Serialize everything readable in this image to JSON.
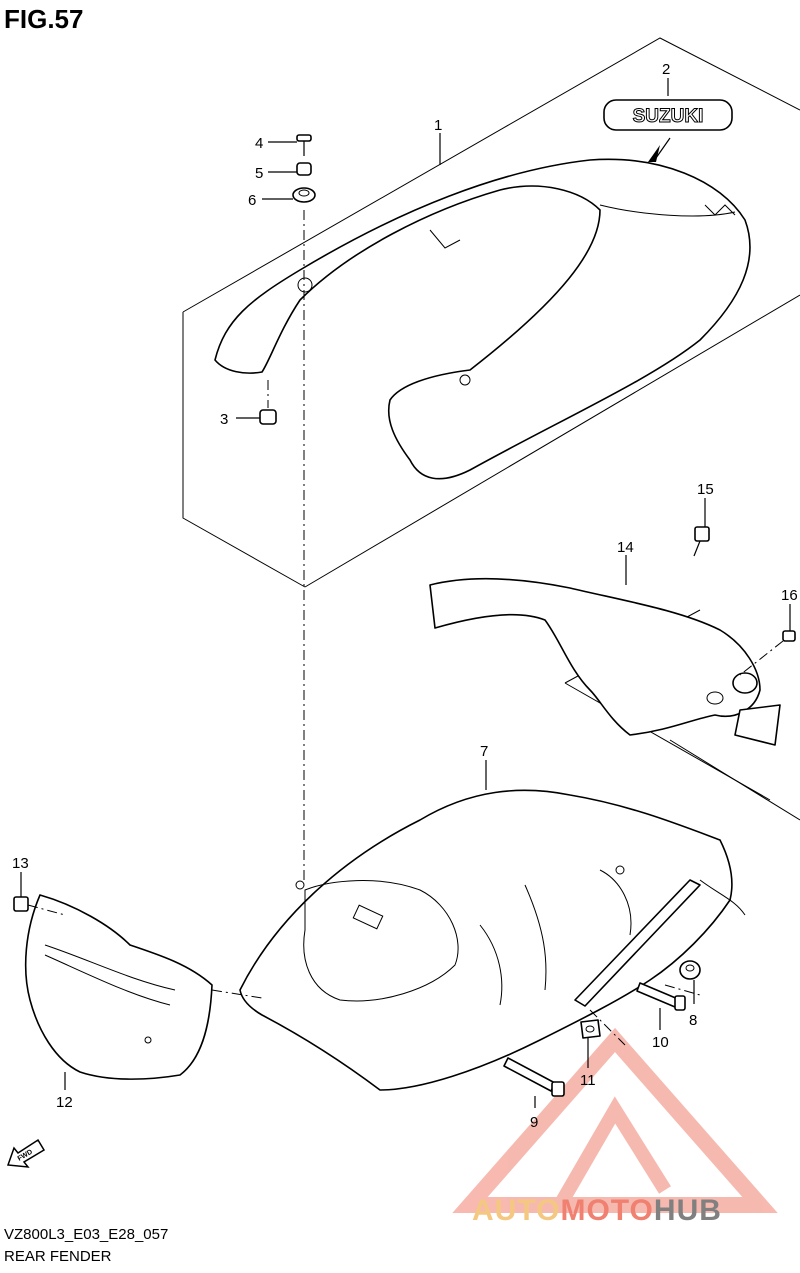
{
  "figure": {
    "title": "FIG.57",
    "code": "VZ800L3_E03_E28_057",
    "caption": "REAR FENDER",
    "emblem_text": "SUZUKI",
    "fwd_label": "FWD"
  },
  "callouts": [
    "1",
    "2",
    "3",
    "4",
    "5",
    "6",
    "7",
    "8",
    "9",
    "10",
    "11",
    "12",
    "13",
    "14",
    "15",
    "16"
  ],
  "watermark": {
    "part1": "AUTO",
    "part2": "MOTO",
    "part3": "HUB"
  },
  "colors": {
    "line": "#000000",
    "watermark_red": "#f08070",
    "watermark_gray": "#808080"
  }
}
